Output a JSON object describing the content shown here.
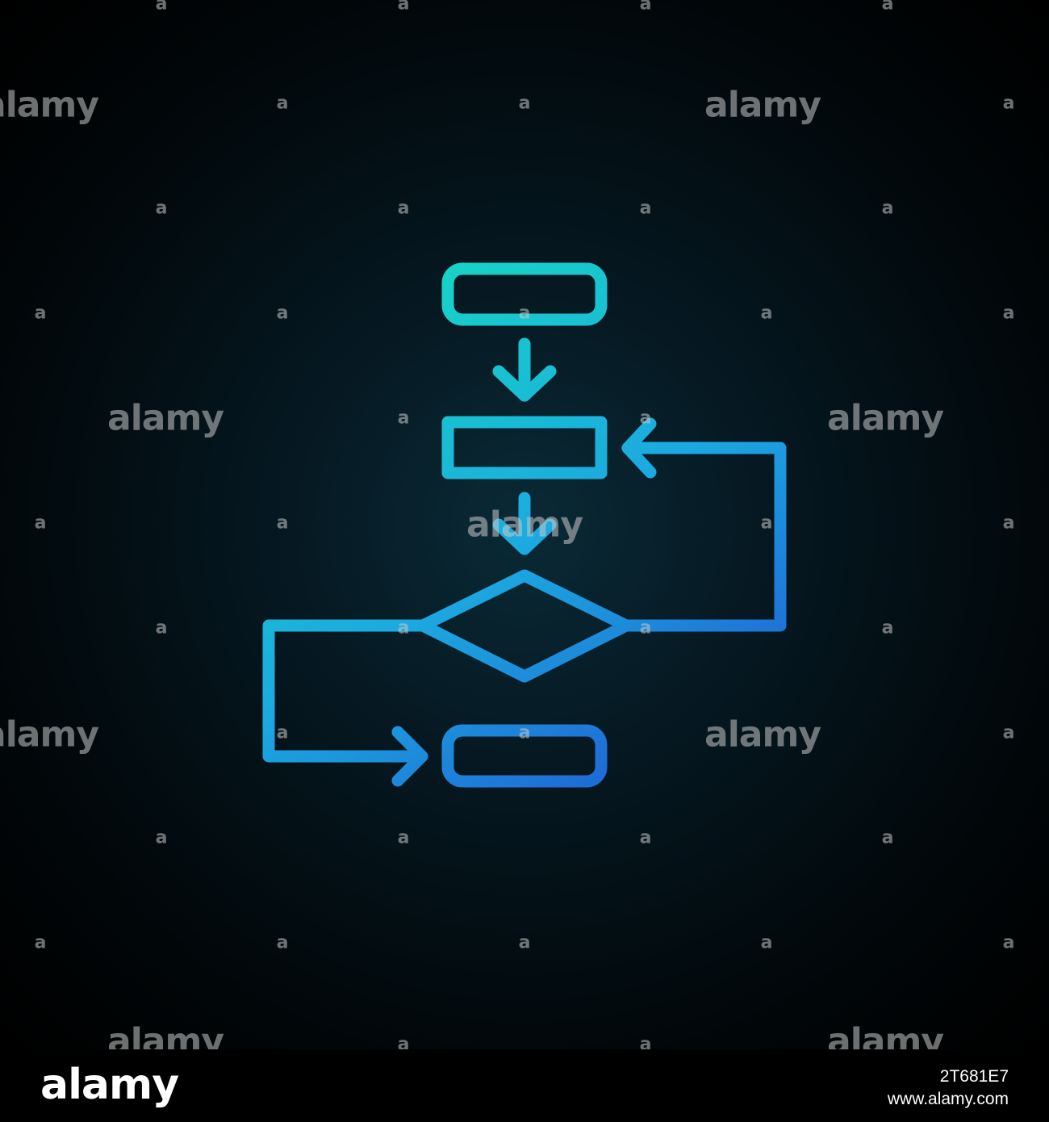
{
  "colors": {
    "background_center": "#0a2a36",
    "background_edge": "#000000",
    "stroke_top": "#17d3c6",
    "stroke_bottom": "#1f5fd6",
    "watermark": "#c8c8c8"
  },
  "watermark": {
    "big_text": "alamy",
    "small_text": "a"
  },
  "footer": {
    "logo": "alamy",
    "image_id": "2T681E7",
    "url": "www.alamy.com"
  }
}
